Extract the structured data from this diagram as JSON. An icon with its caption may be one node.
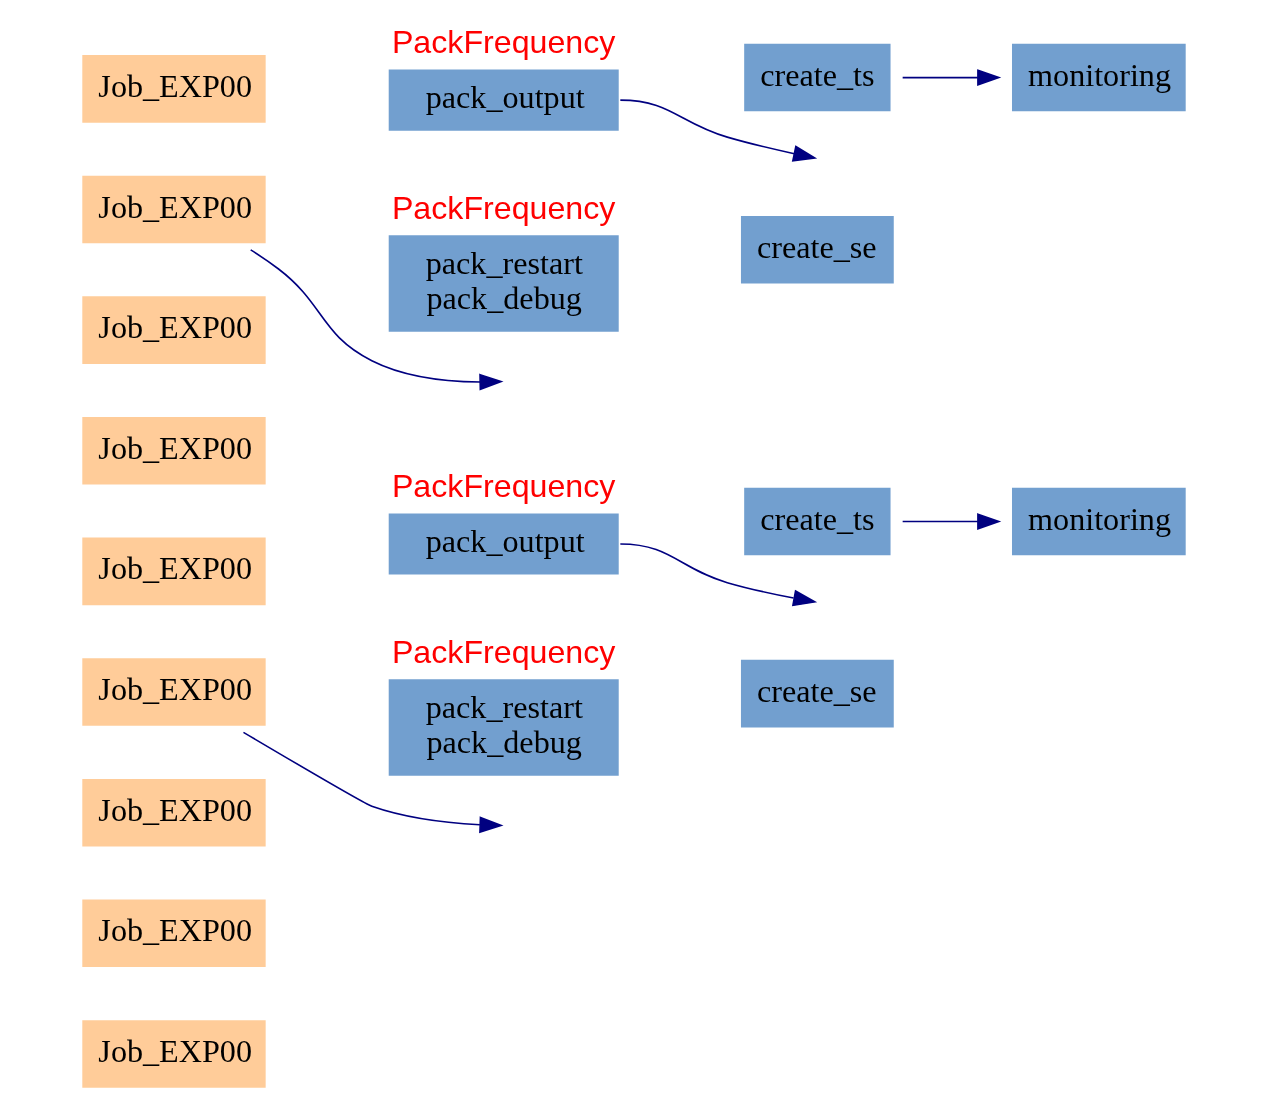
{
  "diagram": {
    "nodes": [
      {
        "text": [
          "Job_EXP00"
        ]
      },
      {
        "text": [
          "Job_EXP00"
        ]
      },
      {
        "text": [
          "Job_EXP00"
        ]
      },
      {
        "text": [
          "Job_EXP00"
        ]
      },
      {
        "text": [
          "Job_EXP00"
        ]
      },
      {
        "text": [
          "Job_EXP00"
        ]
      },
      {
        "text": [
          "Job_EXP00"
        ]
      },
      {
        "text": [
          "Job_EXP00"
        ]
      },
      {
        "text": [
          "Job_EXP00"
        ]
      },
      {
        "text": [
          "PackFrequency",
          "pack_output"
        ]
      },
      {
        "text": [
          "PackFrequency",
          "pack_restart",
          "pack_debug"
        ]
      },
      {
        "text": [
          "create_ts"
        ]
      },
      {
        "text": [
          "monitoring"
        ]
      },
      {
        "text": [
          "create_se"
        ]
      },
      {
        "text": [
          "PackFrequency",
          "pack_output"
        ]
      },
      {
        "text": [
          "PackFrequency",
          "pack_restart",
          "pack_debug"
        ]
      },
      {
        "text": [
          "create_ts"
        ]
      },
      {
        "text": [
          "monitoring"
        ]
      },
      {
        "text": [
          "create_se"
        ]
      }
    ],
    "edges": [
      {
        "from": 1,
        "to": null,
        "arrow": "to"
      },
      {
        "from": 9,
        "to": null,
        "arrow": "to"
      },
      {
        "from": 11,
        "to": 12,
        "arrow": "to"
      },
      {
        "from": 5,
        "to": null,
        "arrow": "to"
      },
      {
        "from": 14,
        "to": null,
        "arrow": "to"
      },
      {
        "from": 16,
        "to": 17,
        "arrow": "to"
      }
    ]
  }
}
